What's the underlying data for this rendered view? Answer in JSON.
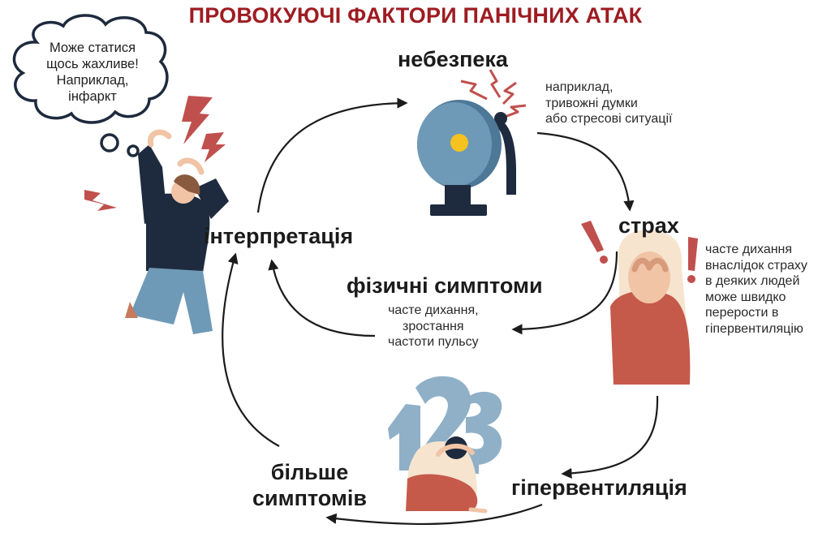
{
  "title": "ПРОВОКУЮЧІ ФАКТОРИ ПАНІЧНИХ АТАК",
  "thought_bubble": [
    "Може статися",
    "щось жахливе!",
    "Наприклад,",
    "інфаркт"
  ],
  "stages": {
    "danger": {
      "label": "небезпека",
      "note": [
        "наприклад,",
        "тривожні думки",
        "або стресові ситуації"
      ]
    },
    "fear": {
      "label": "страх",
      "note": [
        "часте дихання",
        "внаслідок страху",
        "в деяких людей",
        "може швидко",
        "перерости в",
        "гіпервентиляцію"
      ]
    },
    "hyperventilation": {
      "label": "гіпервентиляція"
    },
    "more_symptoms": {
      "label": [
        "більше",
        "симптомів"
      ]
    },
    "interpretation": {
      "label": "інтерпретація"
    },
    "physical_symptoms": {
      "label": "фізичні симптоми",
      "note": [
        "часте дихання,",
        "зростання",
        "частоти пульсу"
      ]
    }
  },
  "colors": {
    "title": "#9e1c22",
    "arrows": "#1b1b1b",
    "bell": "#6f9ab7",
    "accent_red": "#c0504d",
    "navy": "#1e2a3d",
    "numbers": "#8fb0c7"
  },
  "icons": [
    "thought-cloud-icon",
    "alarm-bell-icon",
    "lightning-icon",
    "exclamation-icon",
    "panicking-man-illustration",
    "covering-face-woman-illustration",
    "numbers-123-illustration",
    "crouching-person-illustration"
  ]
}
